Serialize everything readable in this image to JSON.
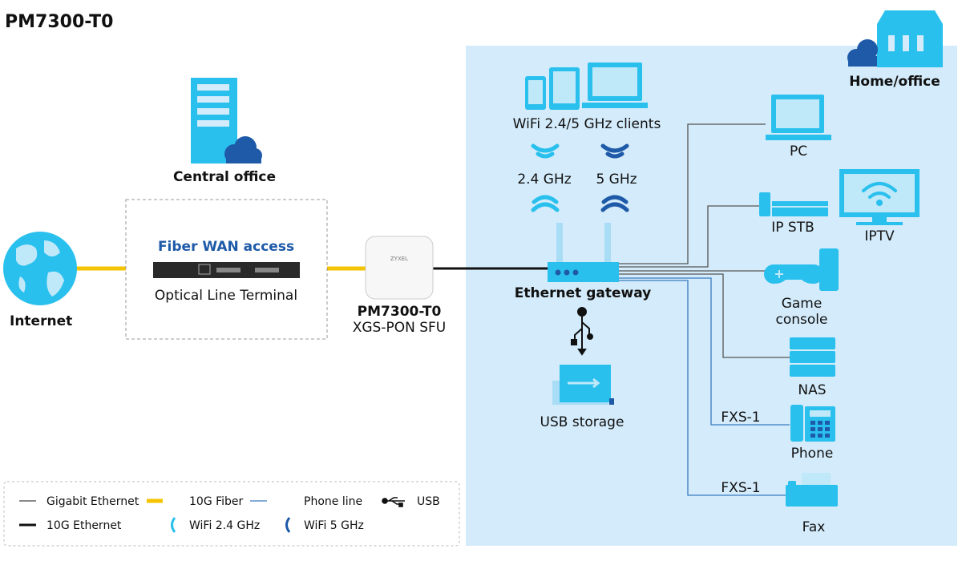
{
  "title": "PM7300-T0",
  "colors": {
    "fiber": "#f5c400",
    "cyan": "#29c0ee",
    "dark_blue": "#1e5aa8",
    "home_bg": "#d3ebfa",
    "phone_line": "#3a7bc0",
    "wire": "#555555"
  },
  "nodes": {
    "internet": "Internet",
    "central_office": "Central office",
    "fiber_wan": "Fiber WAN access",
    "olt": "Optical Line Terminal",
    "device_name": "PM7300-T0",
    "device_desc": "XGS-PON SFU",
    "device_brand": "ZYXEL",
    "home_office": "Home/office",
    "wifi_clients": "WiFi 2.4/5 GHz clients",
    "band_24": "2.4 GHz",
    "band_5": "5 GHz",
    "gateway": "Ethernet gateway",
    "usb_storage": "USB storage",
    "pc": "PC",
    "ip_stb": "IP STB",
    "iptv": "IPTV",
    "game_console_1": "Game",
    "game_console_2": "console",
    "nas": "NAS",
    "fxs_phone": "FXS-1",
    "phone": "Phone",
    "fxs_fax": "FXS-1",
    "fax": "Fax"
  },
  "legend": {
    "gigabit": "Gigabit Ethernet",
    "fiber": "10G Fiber",
    "phone_line": "Phone line",
    "usb": "USB",
    "ten_g": "10G Ethernet",
    "wifi24": "WiFi 2.4 GHz",
    "wifi5": "WiFi 5 GHz"
  }
}
